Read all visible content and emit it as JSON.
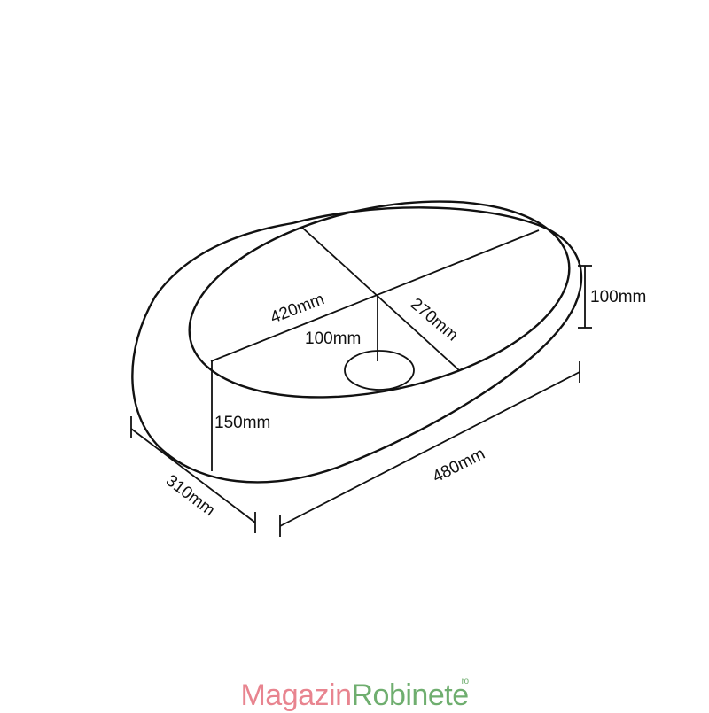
{
  "dimensions": {
    "length_inner": "420mm",
    "width_inner": "270mm",
    "drain_depth": "100mm",
    "bowl_depth": "100mm",
    "height": "150mm",
    "width_outer": "310mm",
    "length_outer": "480mm"
  },
  "logo": {
    "part_a": "Magazin",
    "part_b": "Robinete",
    "suffix": "ro",
    "colors": {
      "part_a": "#e8848f",
      "part_b": "#6fae6f"
    }
  },
  "colors": {
    "line": "#111111",
    "background": "#ffffff"
  }
}
